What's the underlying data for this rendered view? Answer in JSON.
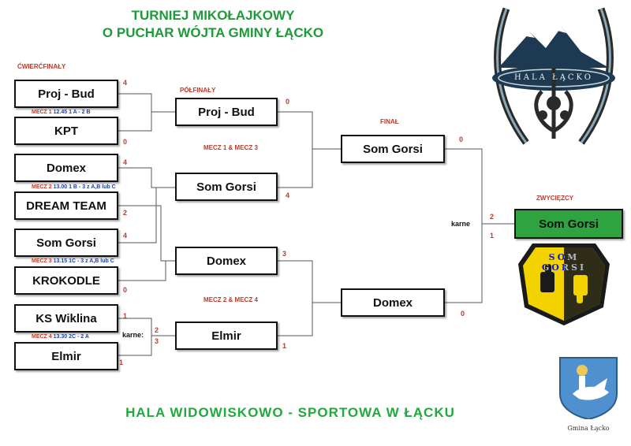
{
  "header": {
    "title_line1": "TURNIEJ MIKOŁAJKOWY",
    "title_line2": "O PUCHAR WÓJTA GMINY ŁĄCKO"
  },
  "sections": {
    "quarterfinals": "ĆWIERĆFINAŁY",
    "semifinals": "PÓŁFINAŁY",
    "final": "FINAŁ",
    "winner": "ZWYCIĘZCY",
    "semi_top_note": "MECZ 1 & MECZ 3",
    "semi_bottom_note": "MECZ 2 & MECZ 4"
  },
  "quarterfinals": [
    {
      "team1": "Proj - Bud",
      "score1": "4",
      "team2": "KPT",
      "score2": "0",
      "match_label": "MECZ 1",
      "match_info": "12.45  1 A - 2 B"
    },
    {
      "team1": "Domex",
      "score1": "4",
      "team2": "DREAM TEAM",
      "score2": "2",
      "match_label": "MECZ 2",
      "match_info": "13.00  1 B - 3 z A,B lub C"
    },
    {
      "team1": "Som Gorsi",
      "score1": "4",
      "team2": "KROKODLE",
      "score2": "0",
      "match_label": "MECZ 3",
      "match_info": "13.15  1C - 3 z A,B lub C"
    },
    {
      "team1": "KS Wiklina",
      "score1": "1",
      "team2": "Elmir",
      "score2": "1",
      "match_label": "MECZ 4",
      "match_info": "13.30  2C - 2 A",
      "penalty_label": "karne:",
      "penalty1": "2",
      "penalty2": "3"
    }
  ],
  "semifinals": [
    {
      "team1": "Proj - Bud",
      "score1": "0",
      "team2": "Som Gorsi",
      "score2": "4"
    },
    {
      "team1": "Domex",
      "score1": "3",
      "team2": "Elmir",
      "score2": "1"
    }
  ],
  "final": {
    "team1": "Som Gorsi",
    "score1": "0",
    "team2": "Domex",
    "score2": "0",
    "penalty_label": "karne",
    "penalty1": "2",
    "penalty2": "1"
  },
  "winner": "Som Gorsi",
  "logos": {
    "hala_text": "HALA ŁĄCKO",
    "som_gorsi_text": "SOM GORSI",
    "gmina_text": "Gmina Łącko"
  },
  "footer": "HALA WIDOWISKOWO - SPORTOWA W ŁĄCKU",
  "colors": {
    "title": "#1f9a3a",
    "score": "#c0392b",
    "match_time": "#1f3fa0",
    "winner_box": "#2fa33f",
    "footer": "#22a83c"
  }
}
